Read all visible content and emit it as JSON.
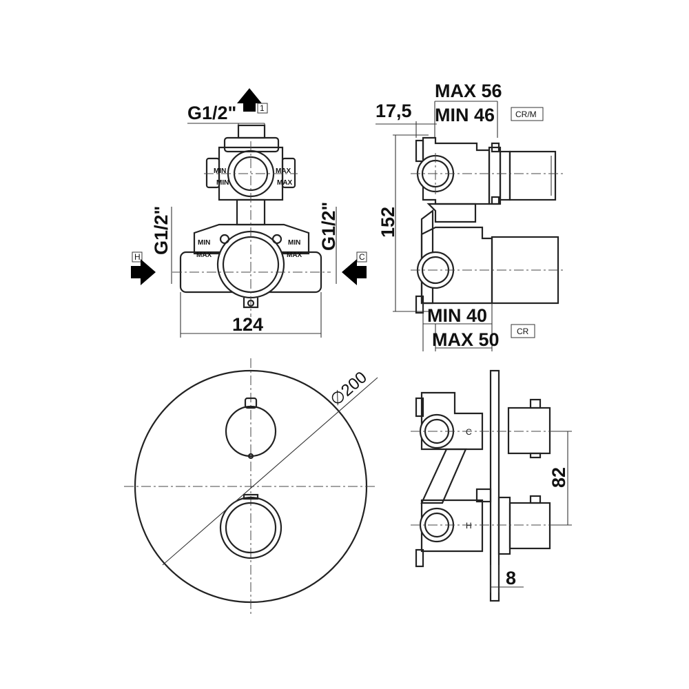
{
  "front_view": {
    "outlet_thread": "G1/2\"",
    "outlet_tag": "1",
    "hot_thread": "G1/2\"",
    "cold_thread": "G1/2\"",
    "hot_tag": "H",
    "cold_tag": "C",
    "width_dim": "124",
    "min_label": "MIN",
    "max_label": "MAX"
  },
  "side_view": {
    "dim_17_5": "17,5",
    "max_56": "MAX 56",
    "min_46": "MIN 46",
    "tag_crm": "CR/M",
    "height_dim": "152",
    "min_40": "MIN 40",
    "max_50": "MAX 50",
    "tag_cr": "CR"
  },
  "plate_view": {
    "diameter": "∅200"
  },
  "assembled_side_view": {
    "spacing_dim": "82",
    "plate_thickness": "8",
    "mark_c": "C",
    "mark_h": "H"
  }
}
